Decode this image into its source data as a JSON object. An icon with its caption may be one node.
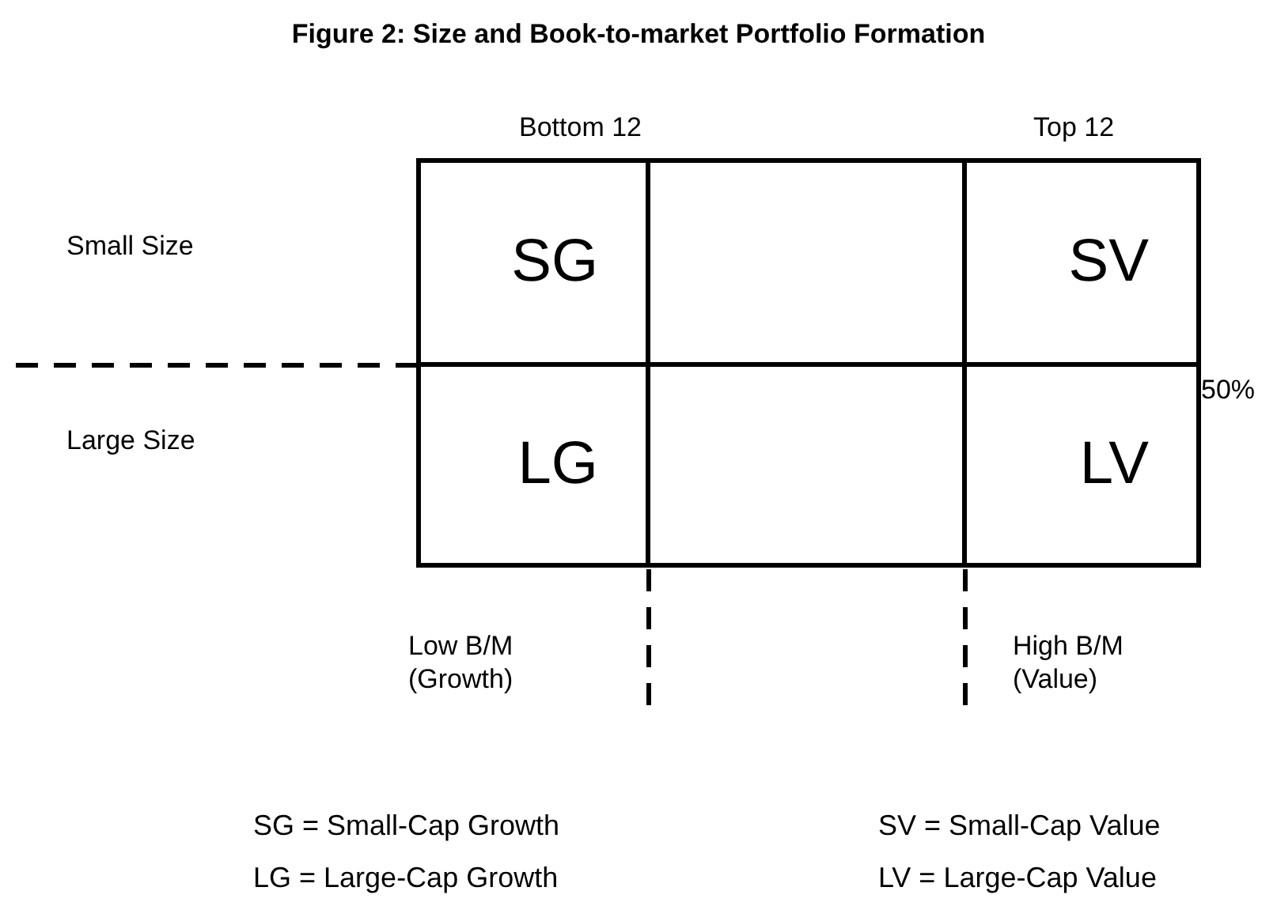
{
  "diagram": {
    "title": "Figure 2: Size and Book-to-market Portfolio Formation",
    "nodes": [
      {
        "text": [
          "SG"
        ]
      },
      {
        "text": [],
        "shape": "box"
      },
      {
        "text": [
          "SV"
        ]
      },
      {
        "text": [
          "LG"
        ]
      },
      {
        "text": [],
        "shape": "box"
      },
      {
        "text": [
          "LV"
        ]
      }
    ],
    "labels": [
      "Bottom 12",
      "Top 12",
      "Small Size",
      "50%",
      "Large Size",
      "Low B/M (Growth)",
      "High B/M (Value)",
      "SG = Small-Cap Growth",
      "SV = Small-Cap Value",
      "LG = Large-Cap Growth",
      "LV = Large-Cap Value"
    ]
  }
}
